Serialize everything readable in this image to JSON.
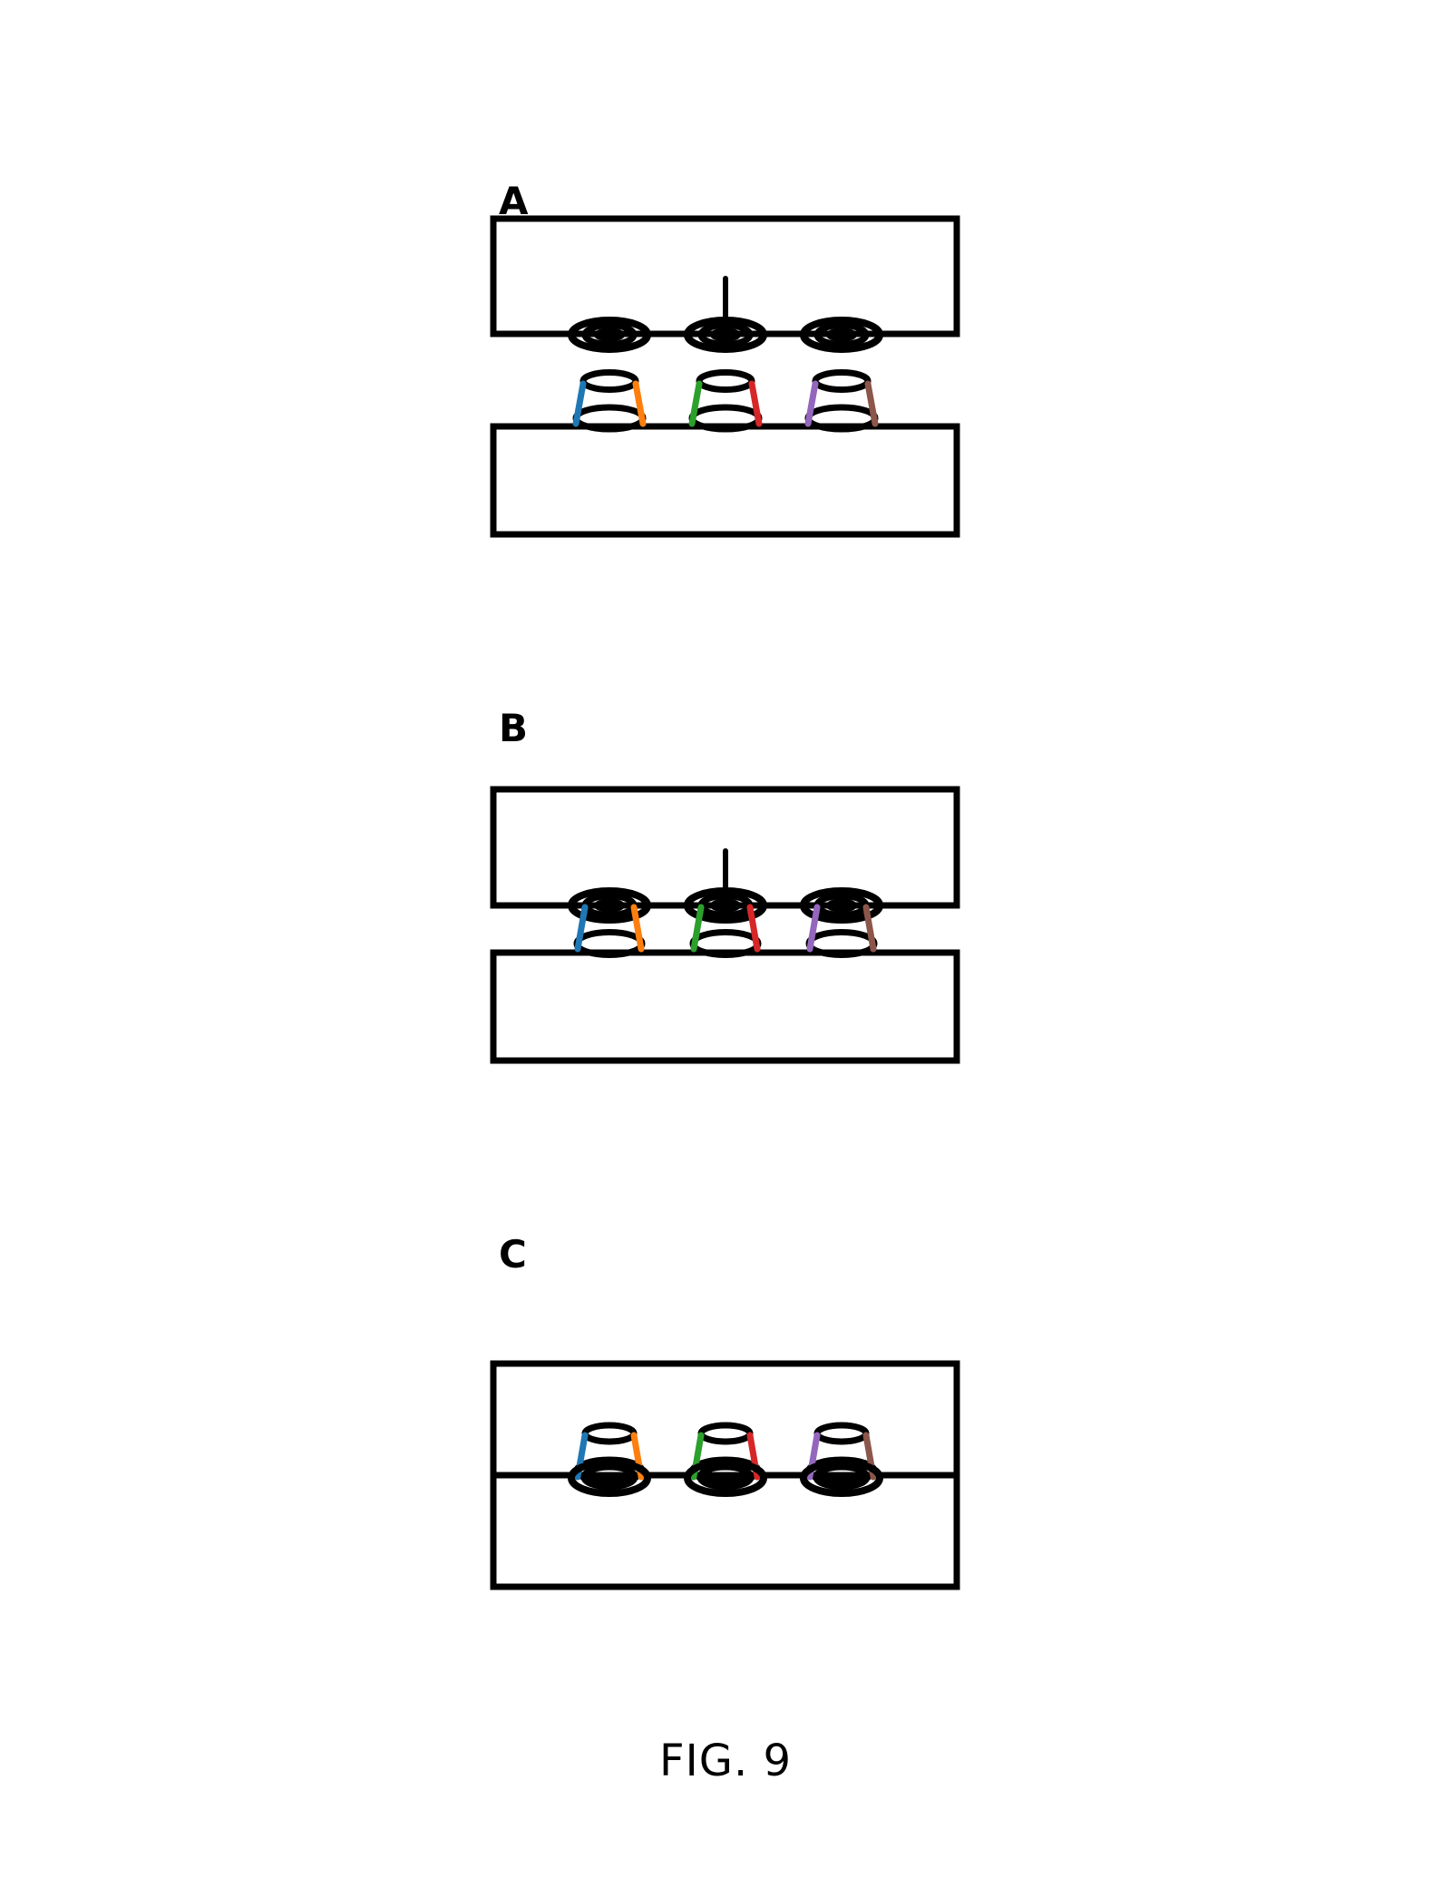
{
  "caption": "FIG. 9",
  "panels": [
    {
      "label": "A"
    },
    {
      "label": "B"
    },
    {
      "label": "C"
    }
  ],
  "colors": {
    "ink": "#000000",
    "background": "#ffffff"
  },
  "cones": [
    {
      "left": "#1f77b4",
      "right": "#ff7f0e"
    },
    {
      "left": "#2ca02c",
      "right": "#d62728"
    },
    {
      "left": "#9467bd",
      "right": "#8c564b"
    }
  ]
}
